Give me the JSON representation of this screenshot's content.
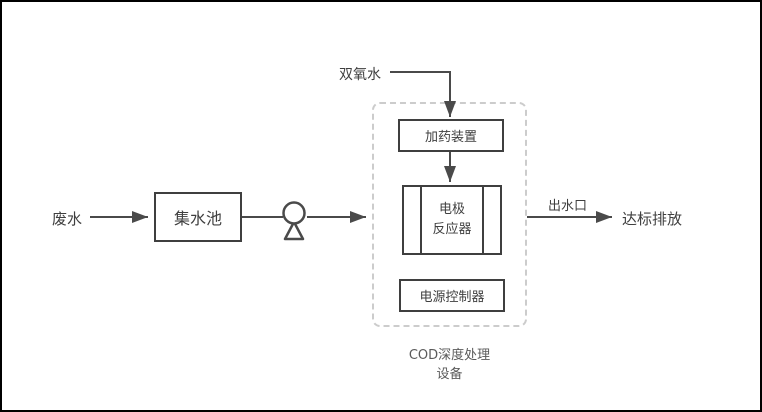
{
  "diagram": {
    "nodes": {
      "wastewater_label": "废水",
      "collection_tank": "集水池",
      "hydrogen_peroxide_label": "双氧水",
      "dosing_device": "加药装置",
      "electrode_reactor_line1": "电极",
      "electrode_reactor_line2": "反应器",
      "power_controller": "电源控制器",
      "outlet_label": "出水口",
      "discharge_label": "达标排放",
      "equipment_caption_line1": "COD深度处理",
      "equipment_caption_line2": "设备"
    },
    "colors": {
      "line": "#4a4a4a",
      "text": "#3f3f3f",
      "box_border": "#3f3f3f",
      "dashed_border": "#cccccc",
      "background": "#ffffff",
      "frame": "#000000"
    }
  }
}
